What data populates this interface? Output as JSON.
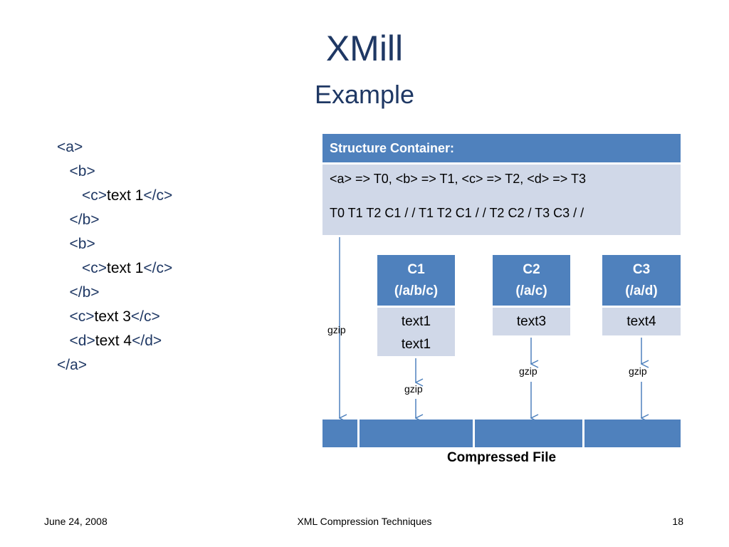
{
  "slide": {
    "title": "XMill",
    "subtitle": "Example"
  },
  "xml_lines": [
    {
      "pre": "",
      "open": "<a>",
      "text": "",
      "close": ""
    },
    {
      "pre": "   ",
      "open": "<b>",
      "text": "",
      "close": ""
    },
    {
      "pre": "      ",
      "open": "<c>",
      "text": "text 1",
      "close": "</c>"
    },
    {
      "pre": "   ",
      "open": "</b>",
      "text": "",
      "close": ""
    },
    {
      "pre": "   ",
      "open": "<b>",
      "text": "",
      "close": ""
    },
    {
      "pre": "      ",
      "open": "<c>",
      "text": "text 1",
      "close": "</c>"
    },
    {
      "pre": "   ",
      "open": "</b>",
      "text": "",
      "close": ""
    },
    {
      "pre": "   ",
      "open": "<c>",
      "text": "text 3",
      "close": "</c>"
    },
    {
      "pre": "   ",
      "open": "<d>",
      "text": "text 4",
      "close": "</d>"
    },
    {
      "pre": "",
      "open": "</a>",
      "text": "",
      "close": ""
    }
  ],
  "structure": {
    "header": "Structure Container:",
    "line1": "<a> => T0, <b> => T1, <c> => T2, <d> => T3",
    "line2": "T0 T1 T2 C1 / / T1 T2 C1 / / T2 C2 / T3 C3 / /"
  },
  "containers": [
    {
      "name": "C1",
      "path": "(/a/b/c)",
      "values": [
        "text1",
        "text1"
      ]
    },
    {
      "name": "C2",
      "path": "(/a/c)",
      "values": [
        "text3"
      ]
    },
    {
      "name": "C3",
      "path": "(/a/d)",
      "values": [
        "text4"
      ]
    }
  ],
  "gzip_label": "gzip",
  "compressed_label": "Compressed File",
  "footer": {
    "date": "June 24, 2008",
    "center": "XML Compression Techniques",
    "page": "18"
  }
}
